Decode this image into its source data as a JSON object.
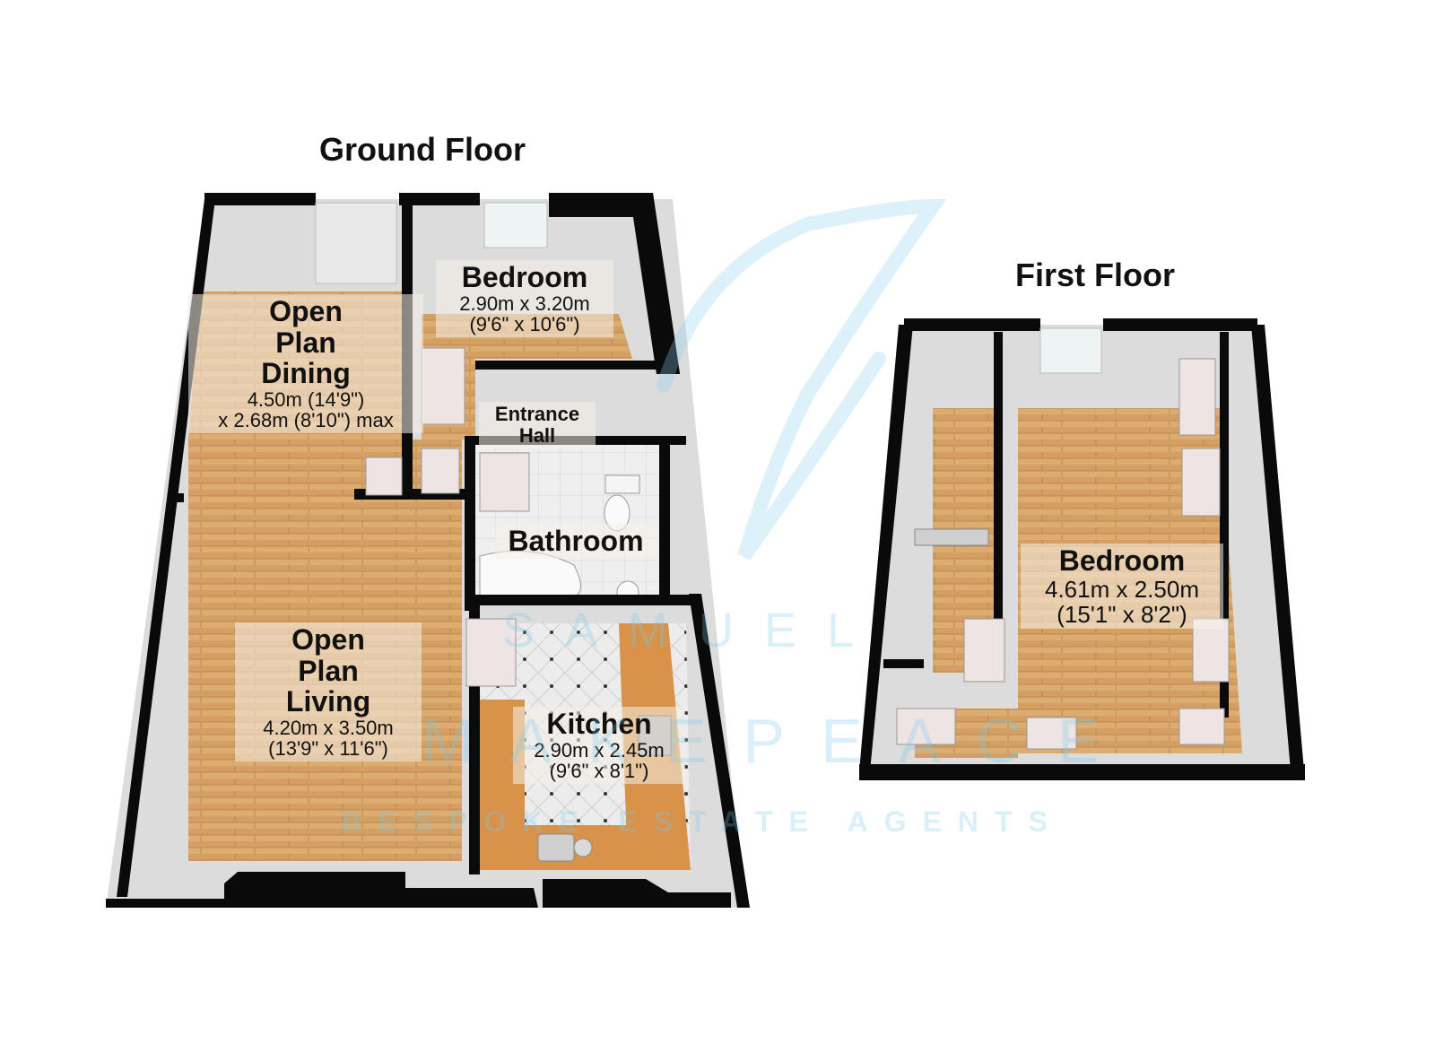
{
  "floors": {
    "ground": {
      "title": "Ground Floor",
      "rooms": {
        "dining": {
          "name_lines": [
            "Open",
            "Plan",
            "Dining"
          ],
          "dim_lines": [
            "4.50m (14'9\")",
            "x 2.68m (8'10\") max"
          ]
        },
        "bedroom": {
          "name_lines": [
            "Bedroom"
          ],
          "dim_lines": [
            "2.90m x 3.20m",
            "(9'6\" x 10'6\")"
          ]
        },
        "entrance": {
          "name_lines": [
            "Entrance",
            "Hall"
          ],
          "dim_lines": []
        },
        "bathroom": {
          "name_lines": [
            "Bathroom"
          ],
          "dim_lines": []
        },
        "living": {
          "name_lines": [
            "Open",
            "Plan",
            "Living"
          ],
          "dim_lines": [
            "4.20m x 3.50m",
            "(13'9\" x 11'6\")"
          ]
        },
        "kitchen": {
          "name_lines": [
            "Kitchen"
          ],
          "dim_lines": [
            "2.90m x 2.45m",
            "(9'6\" x 8'1\")"
          ]
        }
      }
    },
    "first": {
      "title": "First Floor",
      "rooms": {
        "bedroom": {
          "name_lines": [
            "Bedroom"
          ],
          "dim_lines": [
            "4.61m x 2.50m",
            "(15'1\" x 8'2\")"
          ]
        }
      }
    }
  },
  "watermark": {
    "line1": "SAMUEL",
    "line2": "MAKEPEACE",
    "line3": "BESPOKE ESTATE AGENTS"
  },
  "colors": {
    "wall": "#0a0a0a",
    "wood_floor": "#d9a86a",
    "tile_floor": "#e8e8e8",
    "wall_inner": "#dadada",
    "counter": "#d8924a",
    "watermark": "#8fd0f2"
  }
}
